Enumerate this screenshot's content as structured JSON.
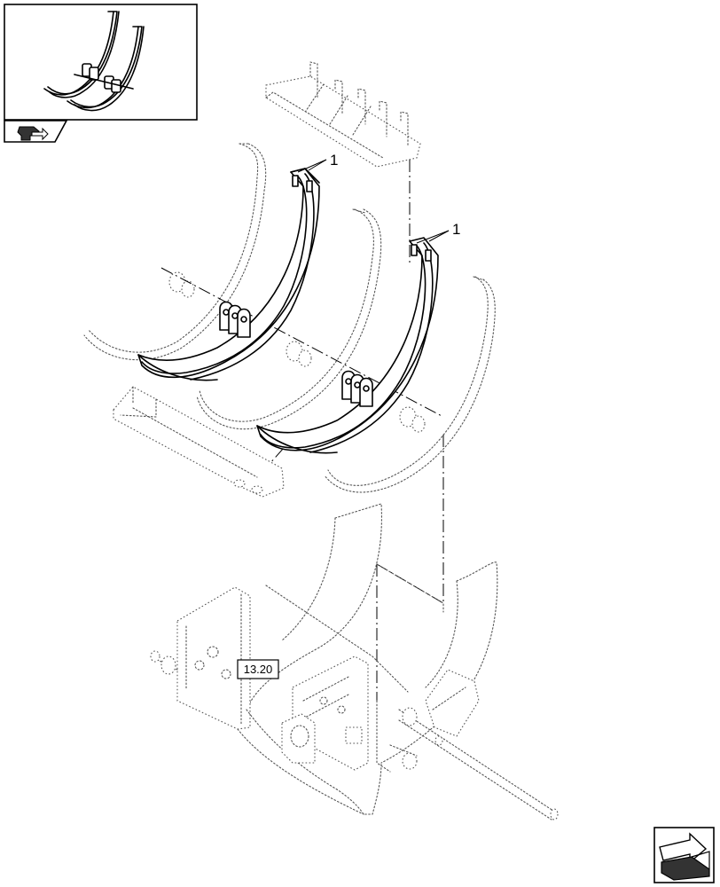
{
  "callouts": {
    "item_left": "1",
    "item_right": "1"
  },
  "reference": {
    "label": "13.20"
  },
  "icons": {
    "thumbnail_nav": "previous-page-arrow-icon",
    "corner_nav": "next-page-arrow-icon"
  },
  "colors": {
    "line": "#000000",
    "ghost_line": "#555555",
    "background": "#ffffff"
  }
}
